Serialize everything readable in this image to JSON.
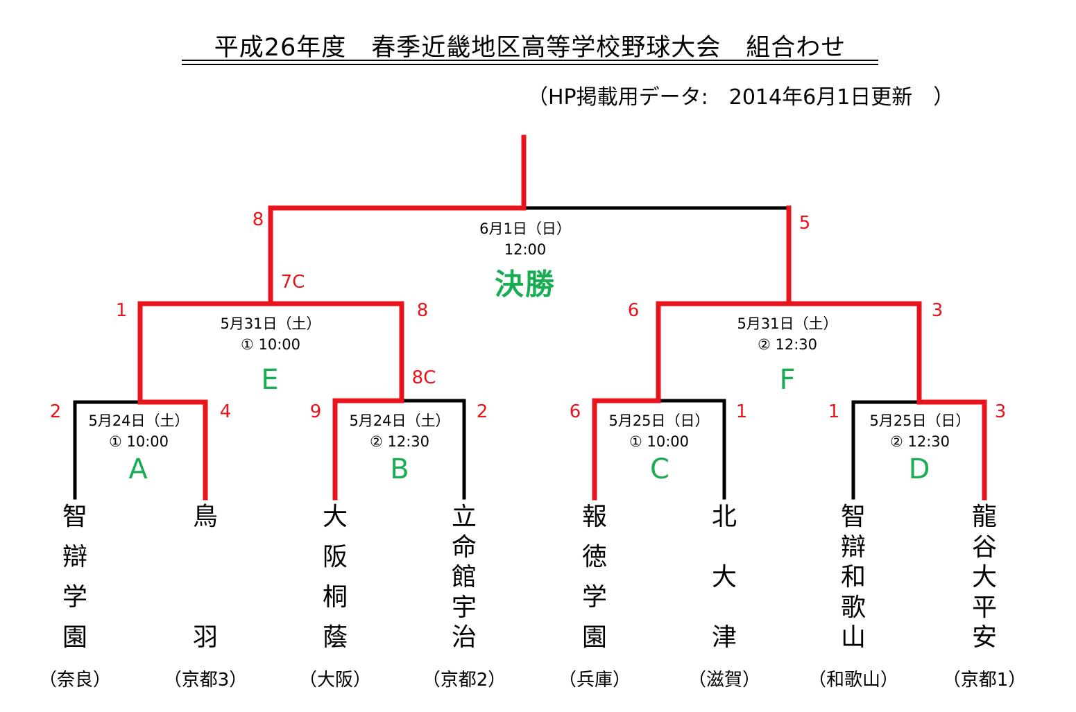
{
  "header": {
    "title": "平成26年度　春季近畿地区高等学校野球大会　組合わせ",
    "update_note": "（HP掲載用データ:　2014年6月1日更新　）"
  },
  "colors": {
    "winner_line": "#e8141b",
    "loser_line": "#000000",
    "score_text": "#e8141b",
    "match_label": "#1aab55"
  },
  "teams": [
    {
      "name": "智辯学園",
      "chars": [
        "智",
        "辯",
        "学",
        "園"
      ],
      "pref": "（奈良）"
    },
    {
      "name": "鳥羽",
      "chars": [
        "鳥",
        "",
        "",
        "羽"
      ],
      "pref": "（京都3）"
    },
    {
      "name": "大阪桐蔭",
      "chars": [
        "大",
        "阪",
        "桐",
        "蔭"
      ],
      "pref": "（大阪）"
    },
    {
      "name": "立命館宇治",
      "chars": [
        "立",
        "命",
        "館",
        "宇",
        "治"
      ],
      "pref": "（京都2）"
    },
    {
      "name": "報徳学園",
      "chars": [
        "報",
        "徳",
        "学",
        "園"
      ],
      "pref": "（兵庫）"
    },
    {
      "name": "北大津",
      "chars": [
        "北",
        "",
        "大",
        "",
        "津"
      ],
      "pref": "（滋賀）"
    },
    {
      "name": "智辯和歌山",
      "chars": [
        "智",
        "辯",
        "和",
        "歌",
        "山"
      ],
      "pref": "（和歌山）"
    },
    {
      "name": "龍谷大平安",
      "chars": [
        "龍",
        "谷",
        "大",
        "平",
        "安"
      ],
      "pref": "（京都1）"
    }
  ],
  "matches": {
    "A": {
      "label": "A",
      "date": "5月24日（土）",
      "slot": "① 10:00",
      "score_left": "2",
      "score_right": "4"
    },
    "B": {
      "label": "B",
      "date": "5月24日（土）",
      "slot": "② 12:30",
      "score_left": "9",
      "score_right": "2"
    },
    "C": {
      "label": "C",
      "date": "5月25日（日）",
      "slot": "① 10:00",
      "score_left": "6",
      "score_right": "1"
    },
    "D": {
      "label": "D",
      "date": "5月25日（日）",
      "slot": "② 12:30",
      "score_left": "1",
      "score_right": "3"
    },
    "E": {
      "label": "E",
      "date": "5月31日（土）",
      "slot": "① 10:00",
      "score_left": "1",
      "score_right": "8",
      "score_right_extra": "8C"
    },
    "F": {
      "label": "F",
      "date": "5月31日（土）",
      "slot": "② 12:30",
      "score_left": "6",
      "score_right": "3"
    },
    "final": {
      "label": "決勝",
      "date": "6月1日（日）",
      "slot": "12:00",
      "score_left": "8",
      "score_left_extra": "7C",
      "score_right": "5"
    }
  }
}
